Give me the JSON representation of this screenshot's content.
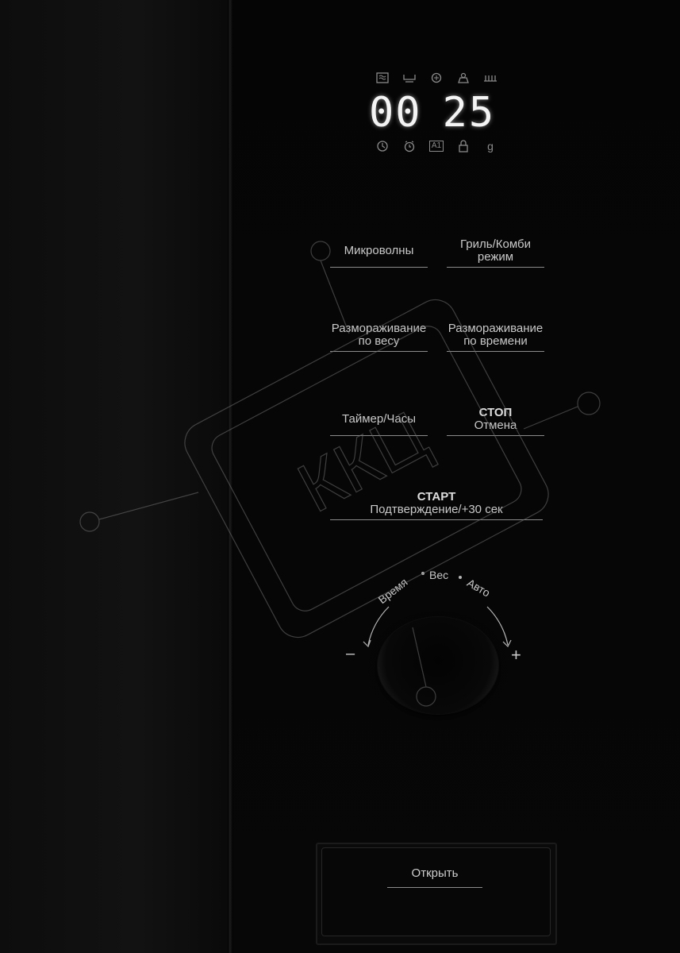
{
  "display": {
    "time_left": "00",
    "time_right": "25",
    "top_icons": [
      "microwave-icon",
      "grill-icon",
      "defrost-icon",
      "combi-icon",
      "rack-icon"
    ],
    "bottom_icons": [
      "clock-icon",
      "timer-icon",
      "auto-icon",
      "lock-icon",
      "weight-icon"
    ],
    "auto_label": "A1",
    "weight_label": "g"
  },
  "buttons": {
    "microwave": "Микроволны",
    "grill_line1": "Гриль/Комби",
    "grill_line2": "режим",
    "defrost_weight_line1": "Размораживание",
    "defrost_weight_line2": "по весу",
    "defrost_time_line1": "Размораживание",
    "defrost_time_line2": "по времени",
    "timer_clock": "Таймер/Часы",
    "stop_line1": "СТОП",
    "stop_line2": "Отмена",
    "start_line1": "СТАРТ",
    "start_line2": "Подтверждение/+30 сек"
  },
  "dial": {
    "label_time": "Время",
    "label_weight": "Вес",
    "label_auto": "Авто",
    "minus": "–",
    "plus": "+"
  },
  "door": {
    "open_label": "Открыть"
  },
  "watermark": {
    "text": "ККЦ"
  }
}
